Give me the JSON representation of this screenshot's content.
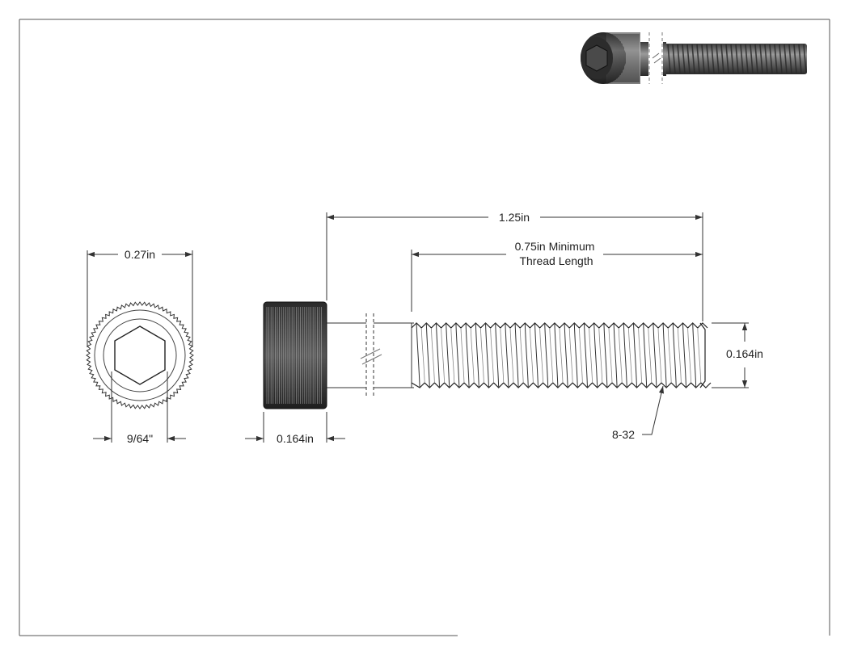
{
  "drawing": {
    "units": "in",
    "end_view": {
      "head_diameter_label": "0.27in",
      "hex_key_size_label": "9/64\""
    },
    "side_view": {
      "overall_length_label": "1.25in",
      "thread_length_line1": "0.75in Minimum",
      "thread_length_line2": "Thread Length",
      "head_height_label": "0.164in",
      "shank_diameter_label": "0.164in",
      "thread_callout_label": "8-32"
    }
  },
  "colors": {
    "line": "#2a2a2a",
    "dimension": "#333333",
    "frame": "#555555",
    "metal_dark": "#1e1e1e",
    "metal_mid": "#6a6a6a"
  }
}
